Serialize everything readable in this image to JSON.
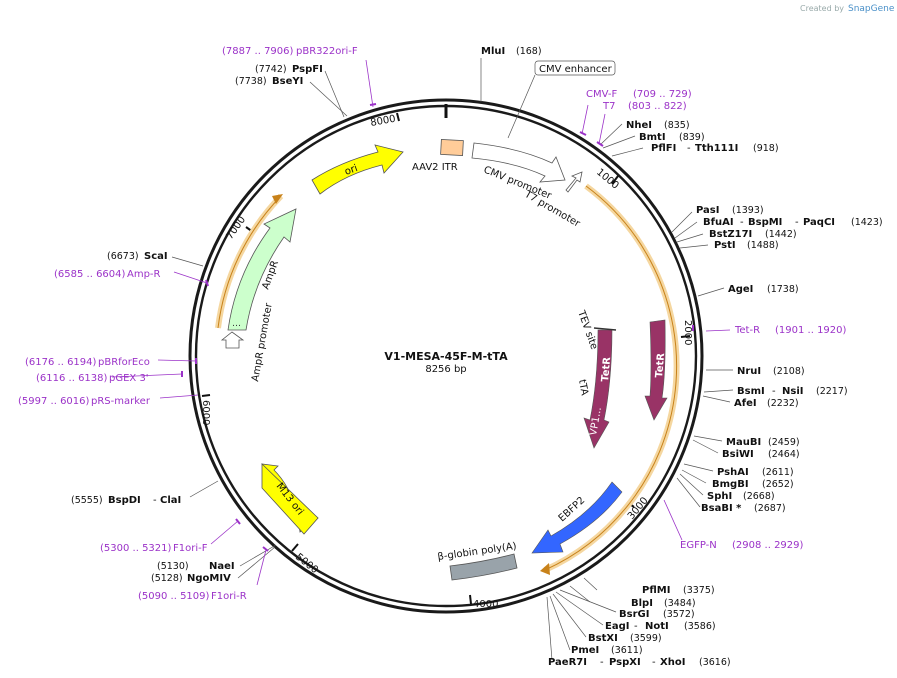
{
  "watermark": {
    "prefix": "Created by",
    "brand": "SnapGene"
  },
  "plasmid": {
    "name": "V1-MESA-45F-M-tTA",
    "size_label": "8256 bp"
  },
  "ticks": [
    "1000",
    "2000",
    "3000",
    "4000",
    "5000",
    "6000",
    "7000",
    "8000"
  ],
  "sites": [
    {
      "name": "MluI",
      "pos": "(168)"
    },
    {
      "name": "NheI",
      "pos": "(835)"
    },
    {
      "name": "BmtI",
      "pos": "(839)"
    },
    {
      "name": "PflFI",
      "name2": "Tth111I",
      "pos": "(918)"
    },
    {
      "name": "PasI",
      "pos": "(1393)"
    },
    {
      "name": "BfuAI",
      "name2": "BspMI",
      "name3": "PaqCI",
      "pos": "(1423)"
    },
    {
      "name": "BstZ17I",
      "pos": "(1442)"
    },
    {
      "name": "PstI",
      "pos": "(1488)"
    },
    {
      "name": "AgeI",
      "pos": "(1738)"
    },
    {
      "name": "NruI",
      "pos": "(2108)"
    },
    {
      "name": "BsmI",
      "name2": "NsiI",
      "pos": "(2217)"
    },
    {
      "name": "AfeI",
      "pos": "(2232)"
    },
    {
      "name": "MauBI",
      "pos": "(2459)"
    },
    {
      "name": "BsiWI",
      "pos": "(2464)"
    },
    {
      "name": "PshAI",
      "pos": "(2611)"
    },
    {
      "name": "BmgBI",
      "pos": "(2652)"
    },
    {
      "name": "SphI",
      "pos": "(2668)"
    },
    {
      "name": "BsaBI *",
      "pos": "(2687)"
    },
    {
      "name": "PflMI",
      "pos": "(3375)"
    },
    {
      "name": "BlpI",
      "pos": "(3484)"
    },
    {
      "name": "BsrGI",
      "pos": "(3572)"
    },
    {
      "name": "EagI",
      "name2": "NotI",
      "pos": "(3586)"
    },
    {
      "name": "BstXI",
      "pos": "(3599)"
    },
    {
      "name": "PmeI",
      "pos": "(3611)"
    },
    {
      "name": "PaeR7I",
      "name2": "PspXI",
      "name3": "XhoI",
      "pos": "(3616)"
    },
    {
      "name": "NaeI",
      "pos": "(5130)"
    },
    {
      "name": "NgoMIV",
      "pos": "(5128)"
    },
    {
      "name": "BspDI",
      "name2": "ClaI",
      "pos": "(5555)"
    },
    {
      "name": "ScaI",
      "pos": "(6673)"
    },
    {
      "name": "BseYI",
      "pos": "(7738)"
    },
    {
      "name": "PspFI",
      "pos": "(7742)"
    }
  ],
  "primers": [
    {
      "name": "pBR322ori-F",
      "pos": "(7887 .. 7906)"
    },
    {
      "name": "CMV-F",
      "pos": "(709 .. 729)"
    },
    {
      "name": "T7",
      "pos": "(803 .. 822)"
    },
    {
      "name": "Tet-R",
      "pos": "(1901 .. 1920)"
    },
    {
      "name": "EGFP-N",
      "pos": "(2908 .. 2929)"
    },
    {
      "name": "F1ori-F",
      "pos": "(5300 .. 5321)"
    },
    {
      "name": "F1ori-R",
      "pos": "(5090 .. 5109)"
    },
    {
      "name": "pRS-marker",
      "pos": "(5997 .. 6016)"
    },
    {
      "name": "pGEX 3'",
      "pos": "(6116 .. 6138)"
    },
    {
      "name": "pBRforEco",
      "pos": "(6176 .. 6194)"
    },
    {
      "name": "Amp-R",
      "pos": "(6585 .. 6604)"
    }
  ],
  "features": {
    "cmv_enhancer": "CMV enhancer",
    "aav2_itr": "AAV2 ITR",
    "cmv_promoter": "CMV promoter",
    "t7_promoter": "T7 promoter",
    "ori": "ori",
    "ampr": "AmpR",
    "ampr_promoter": "AmpR promoter",
    "m13_ori": "M13 ori",
    "tev_site": "TEV site",
    "tetr_inner": "TetR",
    "tetr_outer": "TetR",
    "tta": "tTA",
    "vp16": "VP1...",
    "ebfp2": "EBFP2",
    "beta_globin": "β-globin poly(A)"
  },
  "colors": {
    "backbone": "#1a1a1a",
    "primer": "#9b32c8",
    "ori": "#ffff00",
    "ampr": "#ccffcc",
    "aav2_itr": "#ffcc99",
    "tetr": "#993366",
    "ebfp2": "#3366ff",
    "beta_globin": "#99a3aa",
    "orf_arc": "#f5d7a0"
  }
}
